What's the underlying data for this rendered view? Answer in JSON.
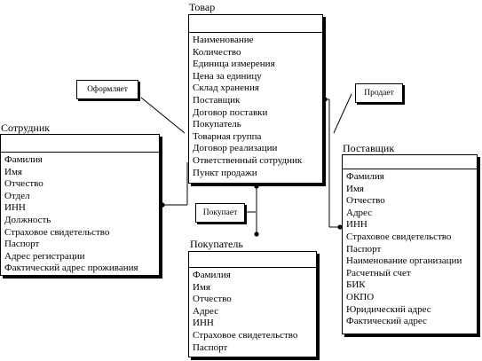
{
  "entities": {
    "tovar": {
      "title": "Товар",
      "attributes": [
        "Наименование",
        "Количество",
        "Единица измерения",
        "Цена за единицу",
        "Склад хранения",
        "Поставщик",
        "Договор поставки",
        "Покупатель",
        "Товарная группа",
        "Договор реализации",
        "Ответственный сотрудник",
        "Пункт продажи"
      ]
    },
    "sotrudnik": {
      "title": "Сотрудник",
      "attributes": [
        "Фамилия",
        "Имя",
        "Отчество",
        "Отдел",
        "ИНН",
        "Должность",
        "Страховое свидетельство",
        "Паспорт",
        "Адрес регистрации",
        "Фактический адрес проживания"
      ]
    },
    "postavshik": {
      "title": "Поставщик",
      "attributes": [
        "Фамилия",
        "Имя",
        "Отчество",
        "Адрес",
        "ИНН",
        "Страховое свидетельство",
        "Паспорт",
        "Наименование организации",
        "Расчетный счет",
        "БИК",
        "ОКПО",
        "Юридический адрес",
        "Фактический адрес"
      ]
    },
    "pokupatel": {
      "title": "Покупатель",
      "attributes": [
        "Фамилия",
        "Имя",
        "Отчество",
        "Адрес",
        "ИНН",
        "Страховое свидетельство",
        "Паспорт"
      ]
    }
  },
  "relationships": {
    "oformlyaet": "Оформляет",
    "prodaet": "Продает",
    "pokupaet": "Покупает"
  }
}
